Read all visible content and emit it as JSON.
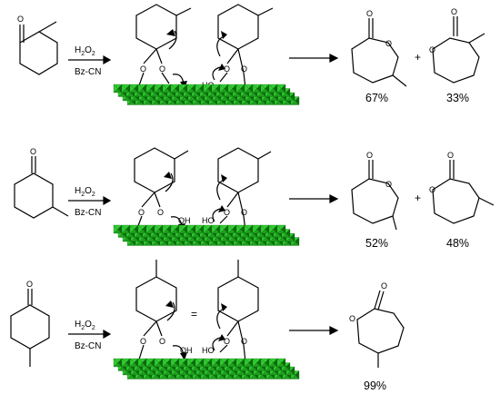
{
  "rows": [
    {
      "reagent_h2o2": "H2O2",
      "reagent_bzcn": "Bz-CN",
      "intermediate_joiner": "",
      "products": [
        {
          "yield": "67%",
          "oxygen": "O",
          "carbonyl": "O"
        },
        {
          "yield": "33%",
          "oxygen": "O",
          "carbonyl": "O"
        }
      ],
      "plus": "+"
    },
    {
      "reagent_h2o2": "H2O2",
      "reagent_bzcn": "Bz-CN",
      "intermediate_joiner": "",
      "products": [
        {
          "yield": "52%",
          "oxygen": "O",
          "carbonyl": "O"
        },
        {
          "yield": "48%",
          "oxygen": "O",
          "carbonyl": "O"
        }
      ],
      "plus": "+"
    },
    {
      "reagent_h2o2": "H2O2",
      "reagent_bzcn": "Bz-CN",
      "intermediate_joiner": "=",
      "products": [
        {
          "yield": "99%",
          "oxygen": "O",
          "carbonyl": "O"
        }
      ],
      "plus": ""
    }
  ],
  "atom_labels": {
    "oxygen": "O",
    "hydroxyl": "OH",
    "hydroxyl_left": "HO"
  },
  "colors": {
    "surface_light": "#33cc33",
    "surface_dark": "#0a6b0a",
    "surface_mid": "#1f9e1f",
    "line": "#000000"
  }
}
